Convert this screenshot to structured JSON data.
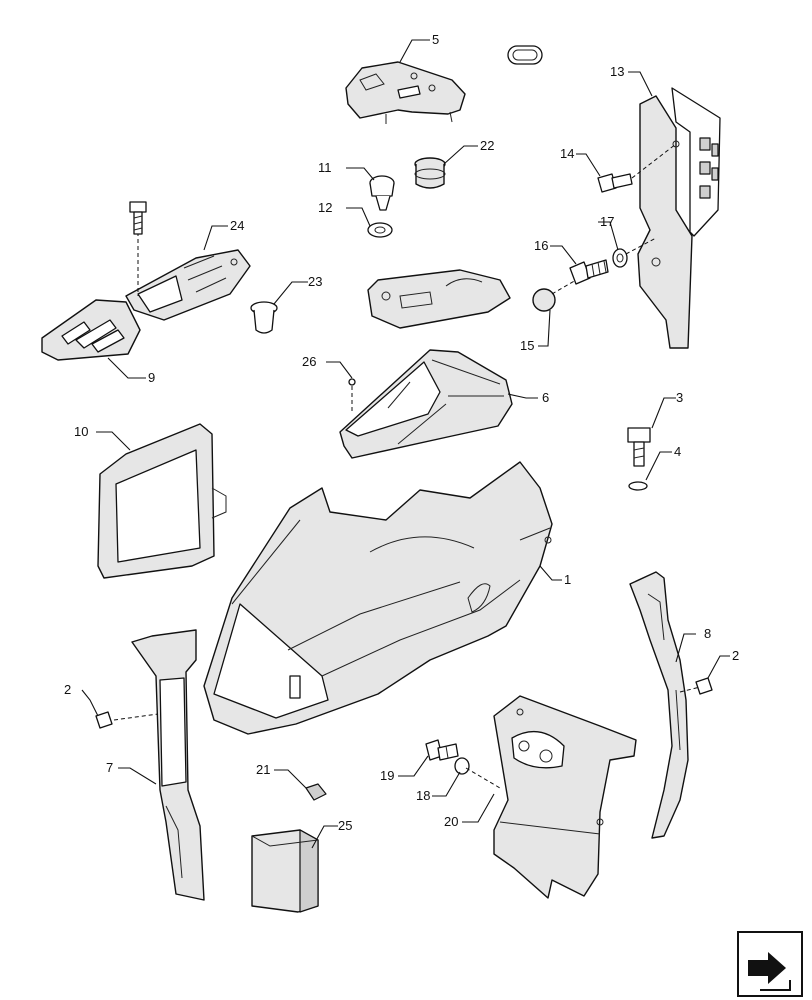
{
  "callouts": [
    "1",
    "2",
    "2",
    "3",
    "4",
    "5",
    "6",
    "7",
    "8",
    "9",
    "10",
    "11",
    "12",
    "13",
    "14",
    "15",
    "16",
    "17",
    "18",
    "19",
    "20",
    "21",
    "22",
    "23",
    "24",
    "25",
    "26"
  ],
  "nav_icon": "arrow-next-page-icon"
}
